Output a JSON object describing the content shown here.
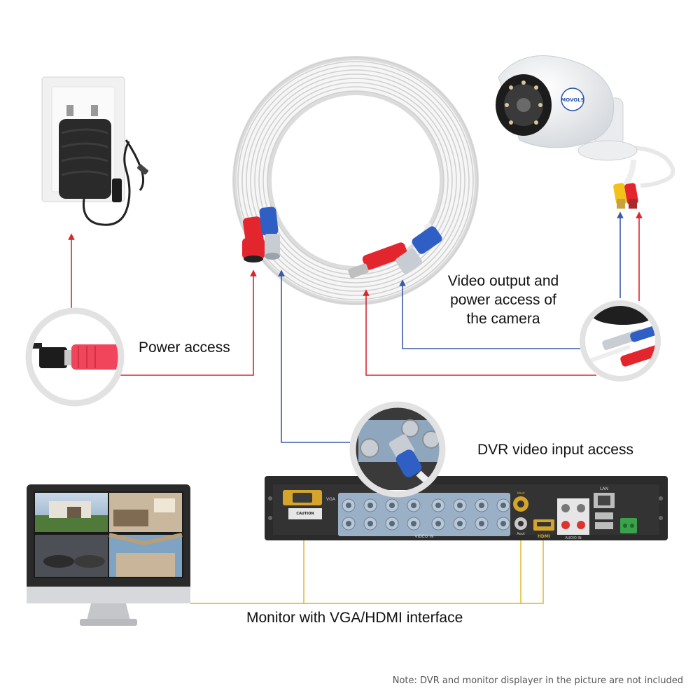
{
  "labels": {
    "power_access": "Power access",
    "camera_line1": "Video output and",
    "camera_line2": "power access of",
    "camera_line3": "the camera",
    "dvr_input": "DVR video input access",
    "monitor": "Monitor with VGA/HDMI interface",
    "note": "Note: DVR and monitor displayer in the picture are not included"
  },
  "camera": {
    "brand": "MOVOLS"
  },
  "dvr": {
    "vga": "VGA",
    "video_in": "VIDEO IN",
    "audio_in": "AUDIO IN",
    "lan": "LAN",
    "hdmi": "HDMI",
    "vout": "Vout",
    "aout": "Aout",
    "caution": "CAUTION"
  },
  "colors": {
    "power_line": "#d9272e",
    "video_line": "#3b5aa8",
    "display_line": "#e0b21b",
    "connector_red": "#e3262d",
    "connector_blue": "#2f5fc4",
    "dvr_body": "#2b2b2b",
    "dvr_panel": "#9ab0c6"
  }
}
